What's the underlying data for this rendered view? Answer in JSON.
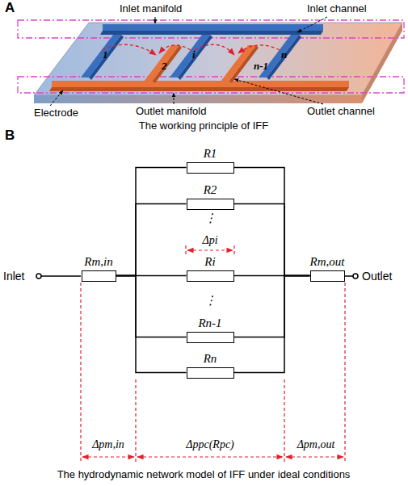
{
  "diagram": {
    "nodes": [
      {
        "text": [
          "Rm,in"
        ]
      },
      {
        "text": [
          "R1"
        ]
      },
      {
        "text": [
          "R2"
        ]
      },
      {
        "text": [
          "Ri"
        ]
      },
      {
        "text": [
          "Rn-1"
        ]
      },
      {
        "text": [
          "Rn"
        ]
      },
      {
        "text": [
          "Rm,out"
        ]
      }
    ],
    "edges": [
      {
        "from": 0,
        "to": 1,
        "arrow": "none"
      },
      {
        "from": 0,
        "to": 2,
        "arrow": "none"
      },
      {
        "from": 0,
        "to": 3,
        "arrow": "none"
      },
      {
        "from": 0,
        "to": 4,
        "arrow": "none"
      },
      {
        "from": 0,
        "to": 5,
        "arrow": "none"
      },
      {
        "from": 1,
        "to": 6,
        "arrow": "none"
      },
      {
        "from": 2,
        "to": 6,
        "arrow": "none"
      },
      {
        "from": 3,
        "to": 6,
        "arrow": "none"
      },
      {
        "from": 4,
        "to": 6,
        "arrow": "none"
      },
      {
        "from": 5,
        "to": 6,
        "arrow": "none"
      }
    ],
    "labels": [
      "A",
      "Inlet manifold",
      "Inlet channel",
      "1",
      "2",
      "i",
      "n-1",
      "n",
      "Electrode",
      "Outlet manifold",
      "Outlet channel",
      "The working principle of IFF",
      "B",
      "⋮",
      "Δpi",
      "⋮",
      "Inlet",
      "Outlet",
      "Δpm,in",
      "Δppc(Rpc)",
      "Δpm,out",
      "The hydrodynamic network model of IFF under ideal conditions"
    ]
  }
}
